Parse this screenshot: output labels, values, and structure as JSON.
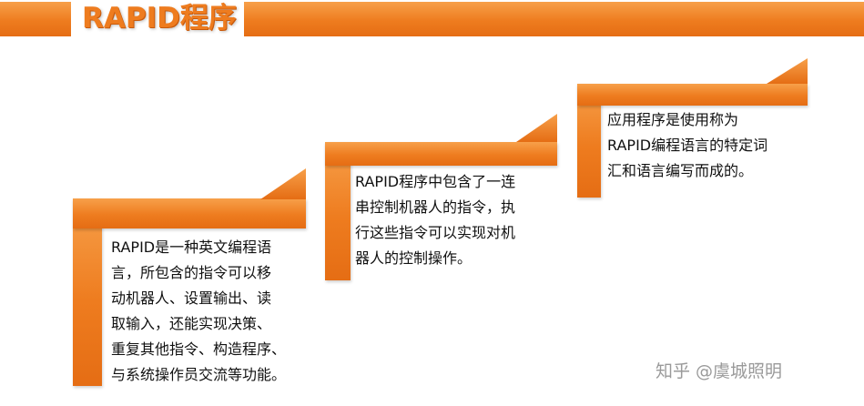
{
  "header": {
    "title": "RAPID程序"
  },
  "steps": [
    {
      "text": "RAPID是一种英文编程语\n言，所包含的指令可以移\n动机器人、设置输出、读\n取输入，还能实现决策、\n重复其他指令、构造程序、\n与系统操作员交流等功能。"
    },
    {
      "text": "RAPID程序中包含了一连\n串控制机器人的指令，执\n行这些指令可以实现对机\n器人的控制操作。"
    },
    {
      "text": "应用程序是使用称为\nRAPID编程语言的特定词\n汇和语言编写而成的。"
    }
  ],
  "watermark": "知乎 @虞城照明",
  "colors": {
    "accent": "#ee7c1f",
    "accent_light": "#f7a04a",
    "text": "#111111"
  }
}
